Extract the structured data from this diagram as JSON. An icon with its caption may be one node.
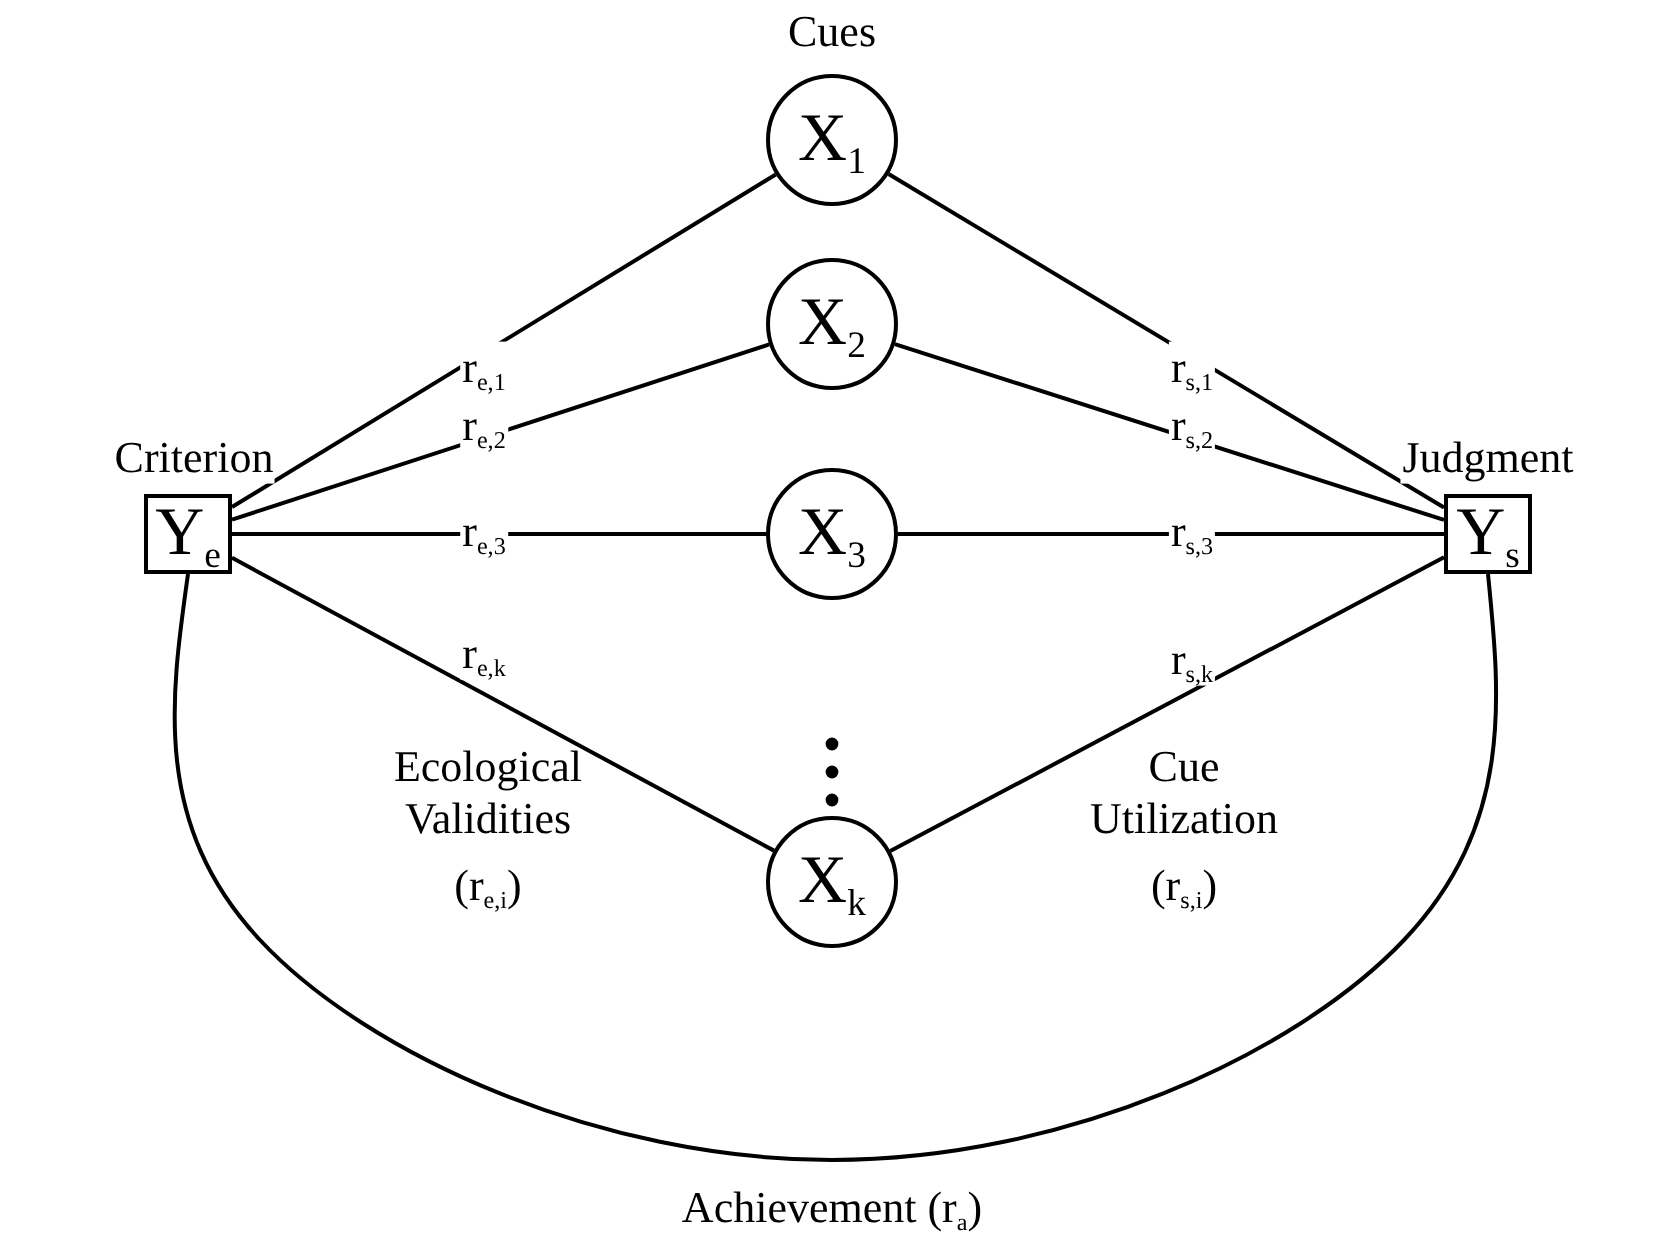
{
  "diagram": {
    "nodes": [
      {
        "text": [
          "Y$_{e}$"
        ],
        "beside": [
          "Criterion"
        ]
      },
      {
        "text": [
          "X$_{1}$"
        ]
      },
      {
        "text": [
          "X$_{2}$"
        ]
      },
      {
        "text": [
          "X$_{3}$"
        ]
      },
      {
        "text": [
          "X$_{k}$"
        ]
      },
      {
        "text": [
          "Y$_{s}$"
        ],
        "beside": [
          "Judgment"
        ]
      }
    ],
    "edges": [
      {
        "from": 0,
        "to": 1,
        "arrow": "none",
        "label": "r$_{e,1}$"
      },
      {
        "from": 0,
        "to": 2,
        "arrow": "none",
        "label": "r$_{e,2}$"
      },
      {
        "from": 0,
        "to": 3,
        "arrow": "none",
        "label": "r$_{e,3}$"
      },
      {
        "from": 0,
        "to": 4,
        "arrow": "none",
        "label": "r$_{e,k}$"
      },
      {
        "from": 1,
        "to": 5,
        "arrow": "none",
        "label": "r$_{s,1}$"
      },
      {
        "from": 2,
        "to": 5,
        "arrow": "none",
        "label": "r$_{s,2}$"
      },
      {
        "from": 3,
        "to": 5,
        "arrow": "none",
        "label": "r$_{s,3}$"
      },
      {
        "from": 4,
        "to": 5,
        "arrow": "none",
        "label": "r$_{s,k}$"
      },
      {
        "from": 0,
        "to": 5,
        "arrow": "none",
        "label": "Achievement (r$_{a}$)"
      }
    ],
    "labels": [
      "Cues",
      "Ecological Validities",
      "(r$_{e,i}$)",
      "Cue Utilization",
      "(r$_{s,i}$)"
    ]
  }
}
